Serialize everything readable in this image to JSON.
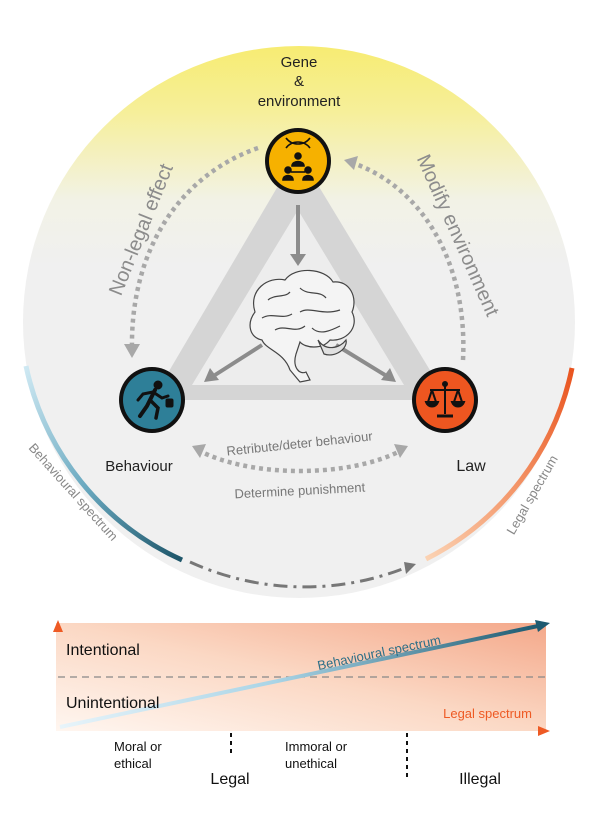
{
  "top": {
    "title_line1": "Gene",
    "title_line2": "&",
    "title_line3": "environment"
  },
  "nodes": {
    "gene_icon": "dna-family-icon",
    "behaviour_icon": "running-person-icon",
    "law_icon": "scales-icon",
    "behaviour_label": "Behaviour",
    "law_label": "Law"
  },
  "edges": {
    "non_legal_effect": "Non-legal effect",
    "modify_environment": "Modify environment",
    "retribute": "Retribute/deter behaviour",
    "determine_punishment": "Determine punishment"
  },
  "spectra": {
    "behavioural": "Behavioural spectrum",
    "legal": "Legal spectrum"
  },
  "bottom": {
    "intentional": "Intentional",
    "unintentional": "Unintentional",
    "behavioural_spectrum": "Behavioural spectrum",
    "legal_spectrum": "Legal spectrum",
    "moral": "Moral or ethical",
    "moral_l1": "Moral or",
    "moral_l2": "ethical",
    "immoral_l1": "Immoral or",
    "immoral_l2": "unethical",
    "legal": "Legal",
    "illegal": "Illegal"
  },
  "colors": {
    "gene": "#f6b100",
    "behaviour": "#2e7f98",
    "law": "#ee5620",
    "behav_dark": "#1e5a70",
    "legal_orange": "#ee5a24"
  }
}
